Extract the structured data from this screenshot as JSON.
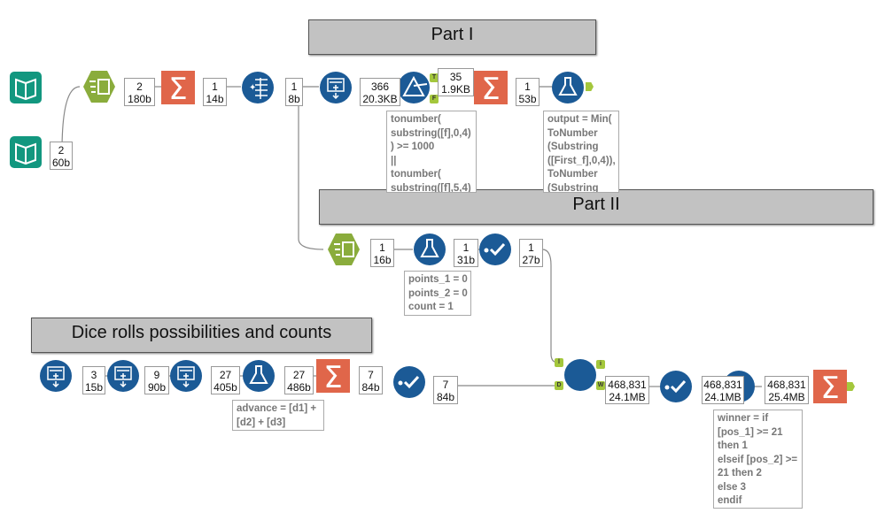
{
  "headers": {
    "part1": "Part I",
    "part2": "Part II",
    "dice": "Dice rolls possibilities and counts"
  },
  "counts": [
    {
      "r": "2",
      "s": "60b"
    },
    {
      "r": "2",
      "s": "180b"
    },
    {
      "r": "1",
      "s": "14b"
    },
    {
      "r": "1",
      "s": "8b"
    },
    {
      "r": "366",
      "s": "20.3KB"
    },
    {
      "r": "35",
      "s": "1.9KB"
    },
    {
      "r": "1",
      "s": "53b"
    },
    {
      "r": "1",
      "s": "16b"
    },
    {
      "r": "1",
      "s": "31b"
    },
    {
      "r": "1",
      "s": "27b"
    },
    {
      "r": "3",
      "s": "15b"
    },
    {
      "r": "9",
      "s": "90b"
    },
    {
      "r": "27",
      "s": "405b"
    },
    {
      "r": "27",
      "s": "486b"
    },
    {
      "r": "7",
      "s": "84b"
    },
    {
      "r": "7",
      "s": "84b"
    },
    {
      "r": "468,831",
      "s": "24.1MB"
    },
    {
      "r": "468,831",
      "s": "24.1MB"
    },
    {
      "r": "468,831",
      "s": "25.4MB"
    }
  ],
  "annotations": {
    "filter": "tonumber(\nsubstring([f],0,4)\n) >= 1000\n||\ntonumber(\nsubstring([f],5,4)",
    "formula1": "output = Min(\nToNumber\n(Substring\n([First_f],0,4)),\nToNumber\n(Substring",
    "points": "points_1 = 0\npoints_2 = 0\ncount = 1",
    "advance": "advance = [d1] +\n[d2] + [d3]",
    "winner": "winner = if\n[pos_1] >= 21\nthen 1\nelseif [pos_2] >=\n21 then 2\nelse 3\nendif"
  },
  "anchor_labels": {
    "t": "T",
    "f": "F",
    "l": "l",
    "d": "D",
    "j": "i",
    "w": "W"
  },
  "colors": {
    "input": "#12977f",
    "select": "#8aac3c",
    "summarize": "#e0664a",
    "blue": "#1b5a96",
    "anchor": "#a4c73c",
    "header": "#c2c2c2"
  }
}
